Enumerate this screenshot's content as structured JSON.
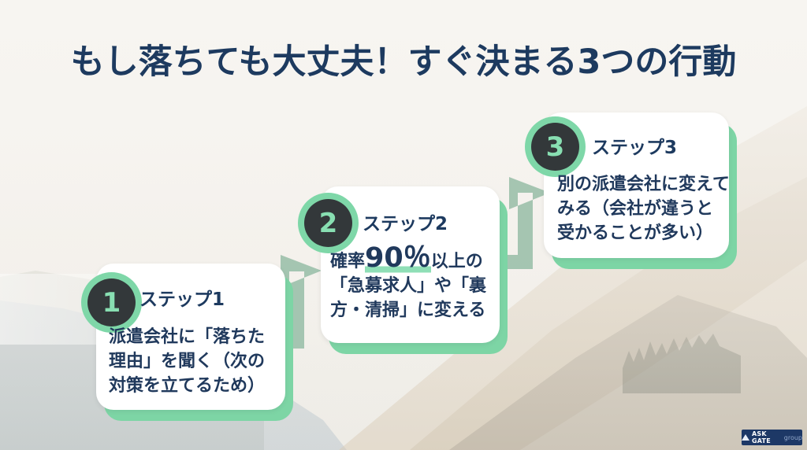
{
  "title": {
    "text": "もし落ちても大丈夫！すぐ決まる3つの行動"
  },
  "steps": [
    {
      "number": "1",
      "label": "ステップ1",
      "lines": [
        "派遣会社に「落ちた",
        "理由」を聞く（次の",
        "対策を立てるため）"
      ]
    },
    {
      "number": "2",
      "label": "ステップ2",
      "line1_prefix": "確率",
      "line1_highlight": "90％",
      "line1_suffix": "以上の",
      "lines": [
        "「急募求人」や「裏",
        "方・清掃」に変える"
      ]
    },
    {
      "number": "3",
      "label": "ステップ3",
      "lines": [
        "別の派遣会社に変えて",
        "みる（会社が違うと",
        "受かることが多い）"
      ]
    }
  ],
  "brand": {
    "name": "ASK GATE group",
    "primary": "ASK GATE",
    "secondary": "group"
  },
  "colors": {
    "title_navy": "#1d3a5f",
    "body_navy": "#20395c",
    "mint_accent": "#7ed7a8",
    "badge_dark": "#33383a",
    "arrow_sage": "#9dc1ab",
    "logo_navy": "#1d3866",
    "background": "#f3f1ec"
  }
}
